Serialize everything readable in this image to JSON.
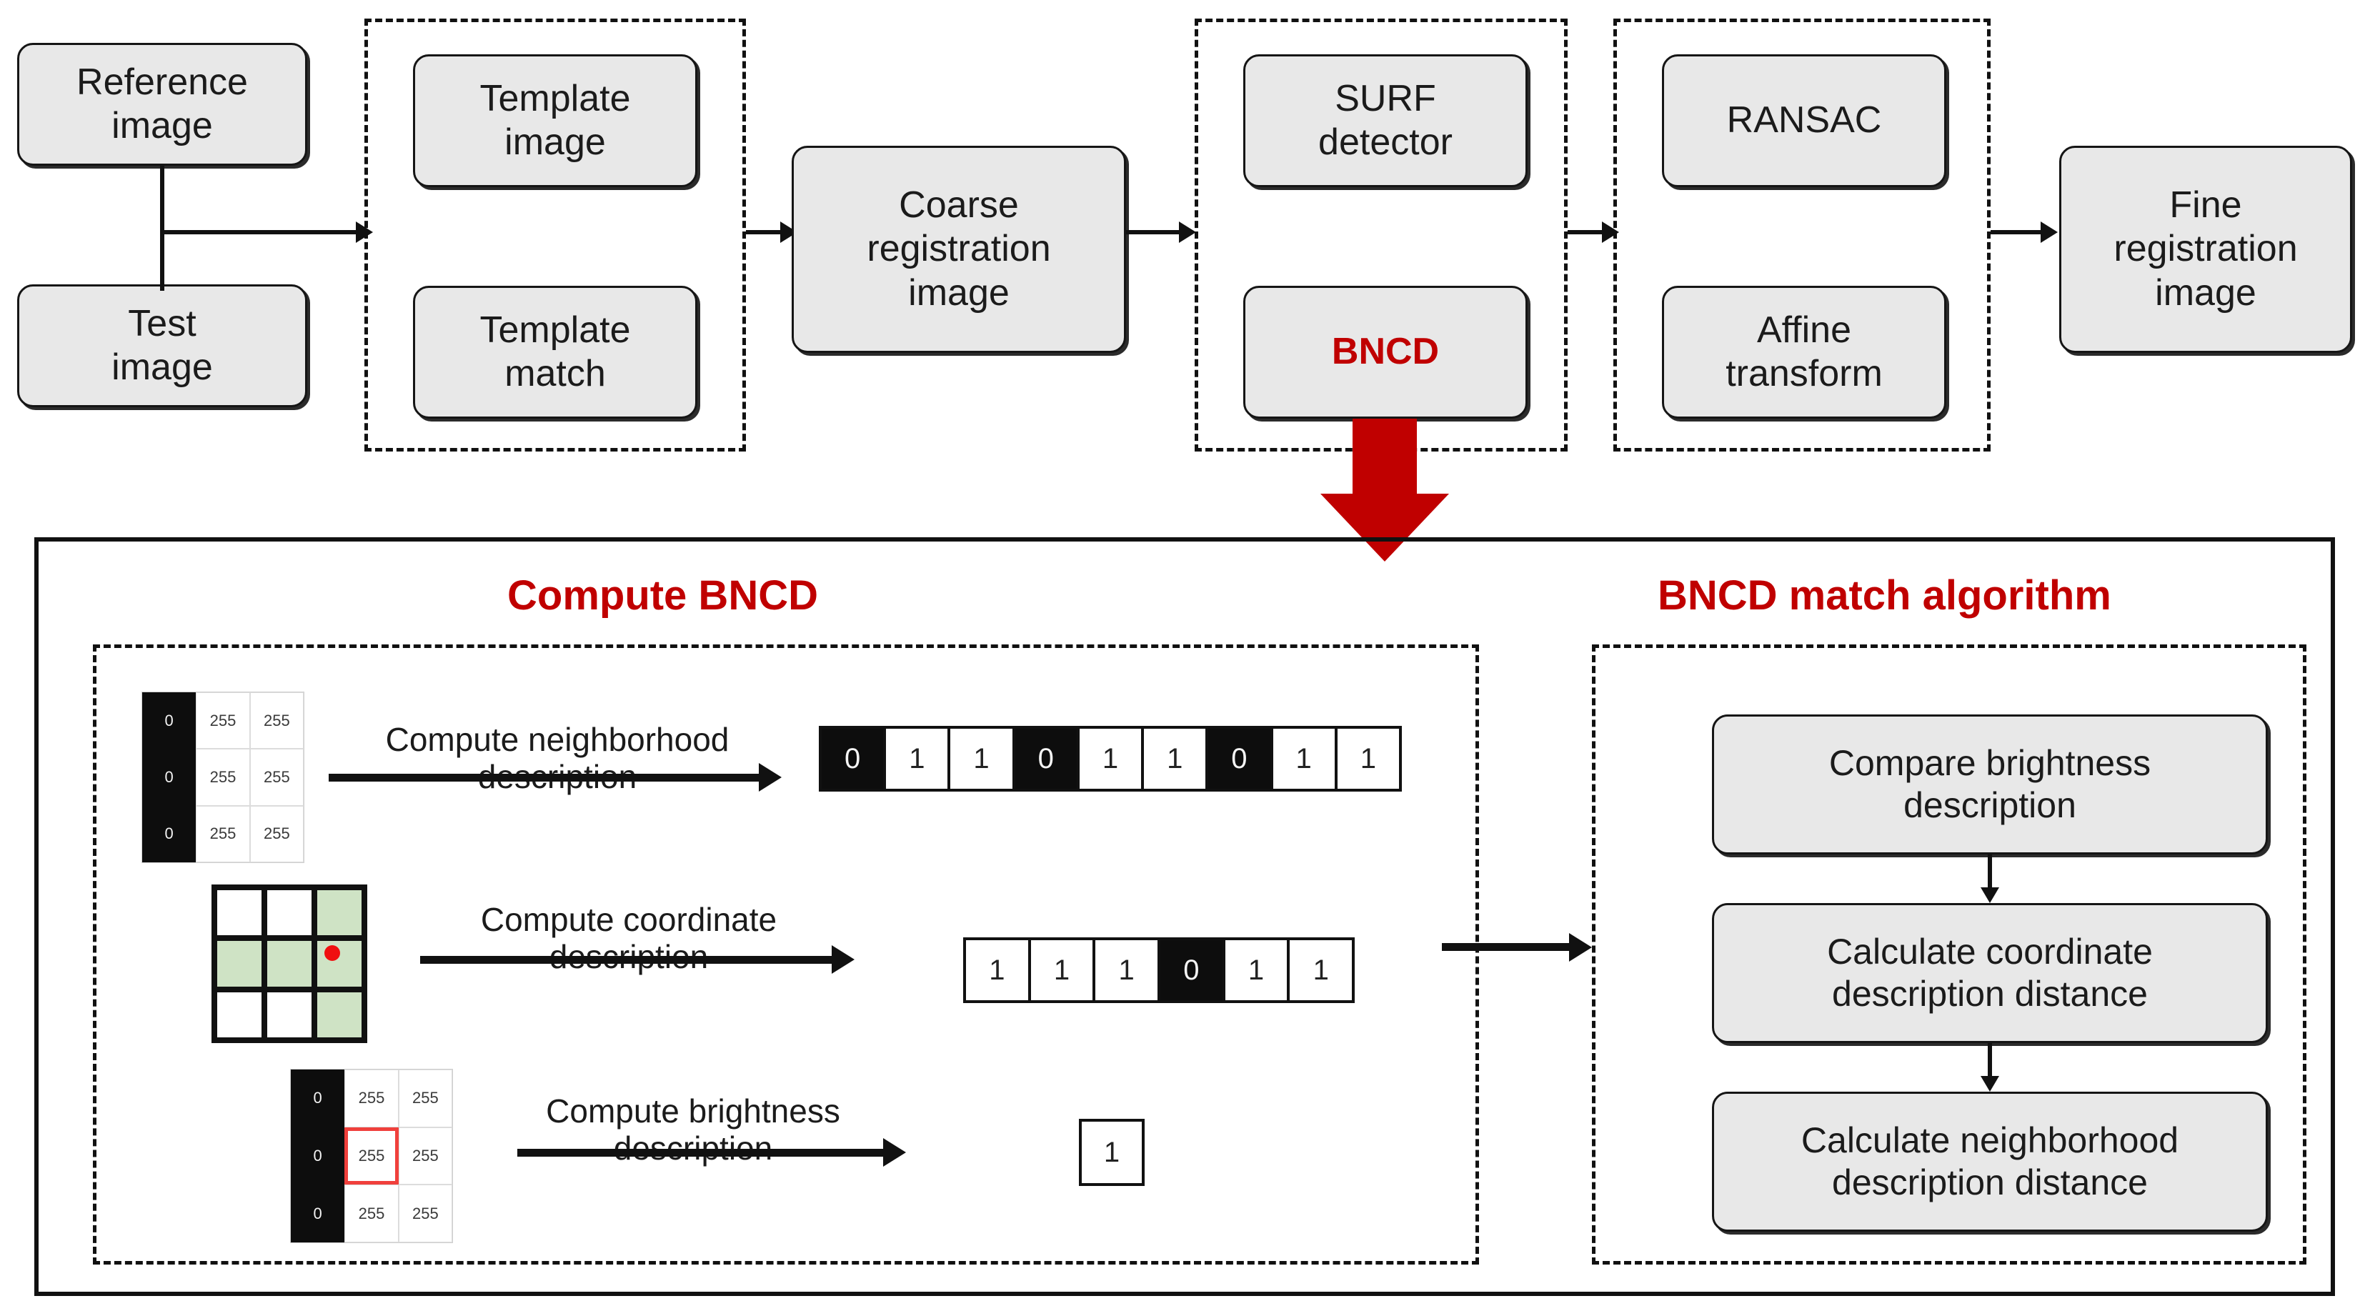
{
  "pipeline": {
    "inputs": [
      {
        "id": "reference-image",
        "label": "Reference\nimage"
      },
      {
        "id": "test-image",
        "label": "Test\nimage"
      }
    ],
    "groups": [
      {
        "id": "template-group",
        "nodes": [
          {
            "id": "template-image",
            "label": "Template\nimage"
          },
          {
            "id": "template-match",
            "label": "Template\nmatch"
          }
        ]
      },
      {
        "id": "feature-group",
        "nodes": [
          {
            "id": "surf-detector",
            "label": "SURF\ndetector"
          },
          {
            "id": "bncd",
            "label": "BNCD",
            "highlight": true
          }
        ]
      },
      {
        "id": "transform-group",
        "nodes": [
          {
            "id": "ransac",
            "label": "RANSAC"
          },
          {
            "id": "affine-transform",
            "label": "Affine\ntransform"
          }
        ]
      }
    ],
    "coarse_image": {
      "id": "coarse-registration-image",
      "label": "Coarse\nregistration\nimage"
    },
    "fine_image": {
      "id": "fine-registration-image",
      "label": "Fine\nregistration\nimage"
    }
  },
  "detail": {
    "left_title": "Compute BNCD",
    "right_title": "BNCD match algorithm",
    "rows": [
      {
        "id": "neighborhood-row",
        "caption": "Compute neighborhood\ndescription",
        "grid_values": [
          [
            "0",
            "255",
            "255"
          ],
          [
            "0",
            "255",
            "255"
          ],
          [
            "0",
            "255",
            "255"
          ]
        ],
        "grid_dark": [
          [
            true,
            false,
            false
          ],
          [
            true,
            false,
            false
          ],
          [
            true,
            false,
            false
          ]
        ],
        "output_bits": [
          "0",
          "1",
          "1",
          "0",
          "1",
          "1",
          "0",
          "1",
          "1"
        ]
      },
      {
        "id": "coordinate-row",
        "caption": "Compute coordinate\ndescription",
        "mask": [
          [
            false,
            false,
            true
          ],
          [
            true,
            true,
            true
          ],
          [
            false,
            false,
            true
          ]
        ],
        "dot_cell": [
          1,
          2
        ],
        "output_bits": [
          "1",
          "1",
          "1",
          "0",
          "1",
          "1"
        ]
      },
      {
        "id": "brightness-row",
        "caption": "Compute brightness\ndescription",
        "grid_values": [
          [
            "0",
            "255",
            "255"
          ],
          [
            "0",
            "255",
            "255"
          ],
          [
            "0",
            "255",
            "255"
          ]
        ],
        "grid_dark": [
          [
            true,
            false,
            false
          ],
          [
            true,
            false,
            false
          ],
          [
            true,
            false,
            false
          ]
        ],
        "selected_cell": [
          1,
          1
        ],
        "output_single": "1"
      }
    ],
    "match_steps": [
      {
        "id": "compare-brightness-description",
        "label": "Compare brightness\ndescription"
      },
      {
        "id": "calculate-coordinate-description-distance",
        "label": "Calculate coordinate\ndescription distance"
      },
      {
        "id": "calculate-neighborhood-description-distance",
        "label": "Calculate neighborhood\ndescription distance"
      }
    ]
  },
  "colors": {
    "accent_red": "#c00000",
    "node_fill": "#e8e8e8",
    "mask_green": "#cfe3c5",
    "marker_red": "#f01010"
  }
}
